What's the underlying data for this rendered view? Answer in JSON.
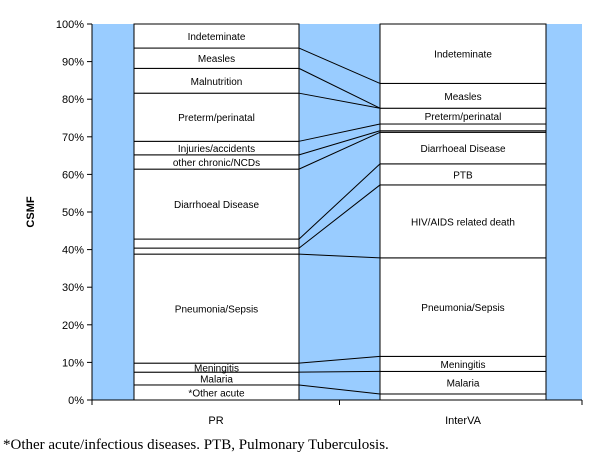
{
  "chart_data": {
    "type": "stacked_bar",
    "ylabel": "CSMF",
    "ylim": [
      0,
      100
    ],
    "yticks": [
      "0%",
      "10%",
      "20%",
      "30%",
      "40%",
      "50%",
      "60%",
      "70%",
      "80%",
      "90%",
      "100%"
    ],
    "categories": [
      "PR",
      "InterVA"
    ],
    "colors": {
      "plot_background": "#99CCFF",
      "segment_fill": "#FFFFFF",
      "border": "#000000"
    },
    "stacks": [
      {
        "name": "PR",
        "segments": [
          {
            "label": "*Other acute",
            "from": 0,
            "to": 4
          },
          {
            "label": "Malaria",
            "from": 4,
            "to": 7.4
          },
          {
            "label": "Meningitis",
            "from": 7.4,
            "to": 9.8
          },
          {
            "label": "Pneumonia/Sepsis",
            "from": 9.8,
            "to": 38.8
          },
          {
            "label": "",
            "from": 38.8,
            "to": 40.4
          },
          {
            "label": "",
            "from": 40.4,
            "to": 42.8
          },
          {
            "label": "Diarrhoeal Disease",
            "from": 42.8,
            "to": 61.4
          },
          {
            "label": "other chronic/NCDs",
            "from": 61.4,
            "to": 65.2
          },
          {
            "label": "Injuries/accidents",
            "from": 65.2,
            "to": 68.8
          },
          {
            "label": "Preterm/perinatal",
            "from": 68.8,
            "to": 81.6
          },
          {
            "label": "Malnutrition",
            "from": 81.6,
            "to": 88.2
          },
          {
            "label": "Measles",
            "from": 88.2,
            "to": 93.6
          },
          {
            "label": "Indeteminate",
            "from": 93.6,
            "to": 100
          }
        ]
      },
      {
        "name": "InterVA",
        "segments": [
          {
            "label": "",
            "from": 0,
            "to": 1.6
          },
          {
            "label": "Malaria",
            "from": 1.6,
            "to": 7.6
          },
          {
            "label": "Meningitis",
            "from": 7.6,
            "to": 11.6
          },
          {
            "label": "Pneumonia/Sepsis",
            "from": 11.6,
            "to": 37.8
          },
          {
            "label": "HIV/AIDS related death",
            "from": 37.8,
            "to": 57.2
          },
          {
            "label": "PTB",
            "from": 57.2,
            "to": 62.8
          },
          {
            "label": "Diarrhoeal Disease",
            "from": 62.8,
            "to": 71.2
          },
          {
            "label": "",
            "from": 71.2,
            "to": 71.6
          },
          {
            "label": "",
            "from": 71.6,
            "to": 73.4
          },
          {
            "label": "Preterm/perinatal",
            "from": 73.4,
            "to": 77.6
          },
          {
            "label": "Measles",
            "from": 77.6,
            "to": 84.2
          },
          {
            "label": "Indeteminate",
            "from": 84.2,
            "to": 100
          }
        ]
      }
    ],
    "connectors": [
      [
        4,
        1.6
      ],
      [
        7.4,
        7.6
      ],
      [
        9.8,
        11.6
      ],
      [
        38.8,
        37.8
      ],
      [
        40.4,
        57.2
      ],
      [
        42.8,
        62.8
      ],
      [
        61.4,
        71.2
      ],
      [
        65.2,
        71.6
      ],
      [
        68.8,
        73.4
      ],
      [
        81.6,
        77.6
      ],
      [
        88.2,
        77.6
      ],
      [
        93.6,
        84.2
      ]
    ]
  },
  "caption": "*Other acute/infectious diseases. PTB, Pulmonary Tuberculosis."
}
